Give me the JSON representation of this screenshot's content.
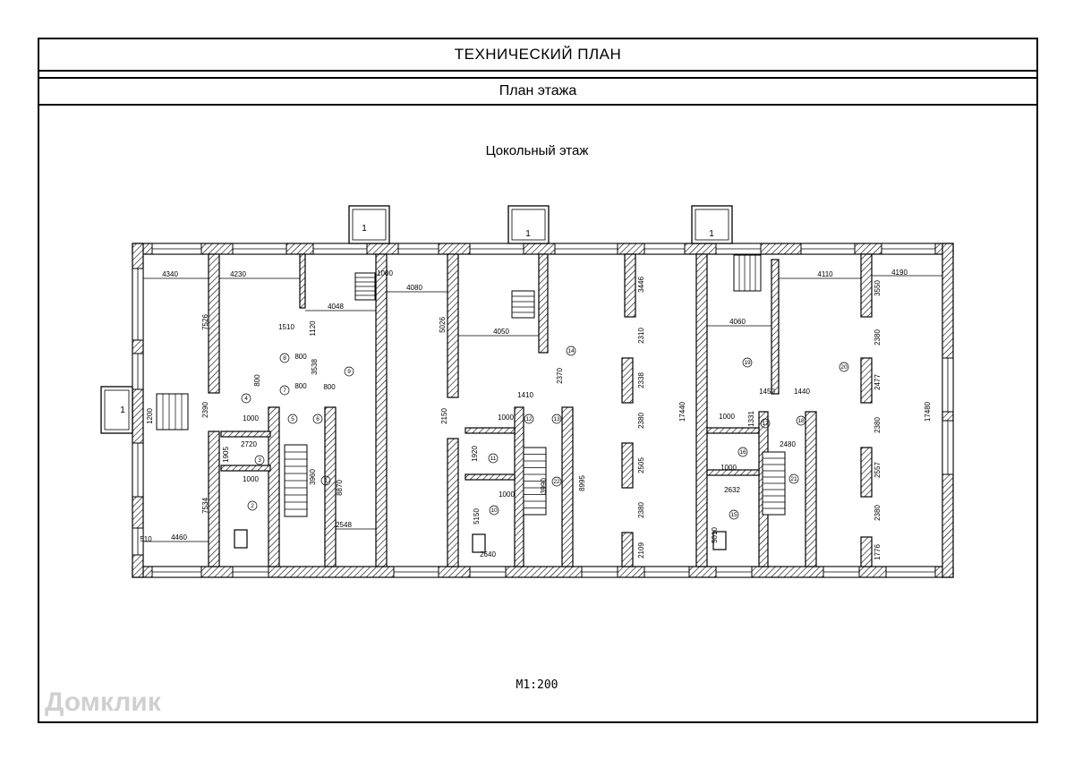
{
  "header": {
    "title": "ТЕХНИЧЕСКИЙ ПЛАН",
    "subtitle": "План этажа"
  },
  "plan": {
    "floor_name": "Цокольный этаж",
    "scale": "М1:200",
    "dimensions": [
      "4340",
      "4230",
      "4048",
      "1510",
      "1120",
      "800",
      "3538",
      "800",
      "800",
      "800",
      "1200",
      "2390",
      "1000",
      "2720",
      "1905",
      "1000",
      "3960",
      "8870",
      "7526",
      "7534",
      "4460",
      "510",
      "2548",
      "1000",
      "4080",
      "5026",
      "4050",
      "2370",
      "1410",
      "2150",
      "1000",
      "1920",
      "3990",
      "1000",
      "5150",
      "2640",
      "8995",
      "3446",
      "2310",
      "2338",
      "2380",
      "2505",
      "2380",
      "2109",
      "17440",
      "4110",
      "4190",
      "3550",
      "4060",
      "2380",
      "2477",
      "2380",
      "2557",
      "2380",
      "1776",
      "17480",
      "1450",
      "1440",
      "1000",
      "1331",
      "2480",
      "1000",
      "2632",
      "5010"
    ],
    "rooms": [
      "1",
      "2",
      "3",
      "4",
      "5",
      "6",
      "7",
      "8",
      "9",
      "1",
      "10",
      "11",
      "12",
      "13",
      "14",
      "22",
      "15",
      "16",
      "17",
      "18",
      "19",
      "20",
      "21"
    ],
    "entrances": [
      "1",
      "1",
      "1",
      "1"
    ]
  },
  "watermark": {
    "text": "Домклик"
  },
  "colors": {
    "line": "#000000",
    "watermark": "#969696"
  }
}
